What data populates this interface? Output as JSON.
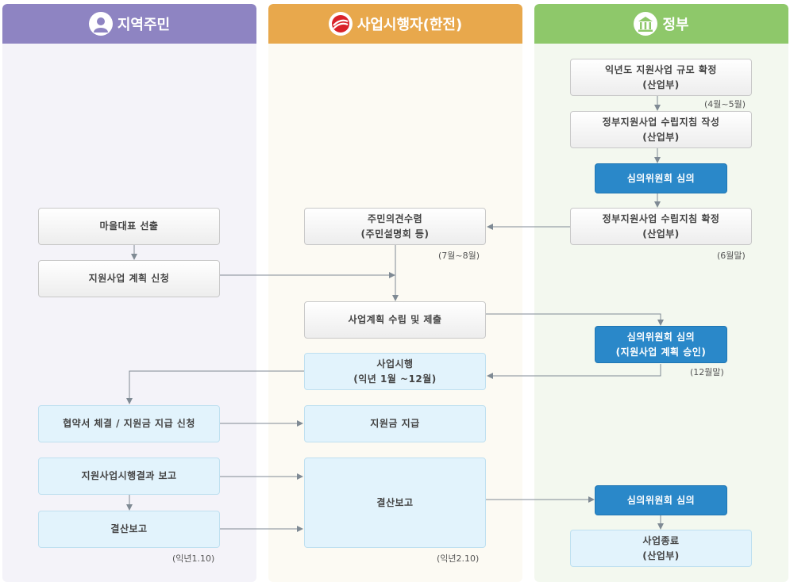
{
  "lanes": {
    "residents": {
      "title": "지역주민",
      "icon": "person-icon",
      "color": "#8e84c2"
    },
    "operator": {
      "title": "사업시행자(한전)",
      "icon": "kepco-logo-icon",
      "color": "#e8a84c"
    },
    "government": {
      "title": "정부",
      "icon": "government-building-icon",
      "color": "#8ec86a"
    }
  },
  "residents": {
    "b1": "마을대표 선출",
    "b2": "지원사업 계획 신청",
    "b3": "협약서 체결 / 지원금 지급 신청",
    "b4": "지원사업시행결과 보고",
    "b5": "결산보고",
    "note5": "(익년1.10)"
  },
  "operator": {
    "b1_l1": "주민의견수렴",
    "b1_l2": "(주민설명회 등)",
    "note1": "(7월~8월)",
    "b2": "사업계획 수립 및 제출",
    "b3_l1": "사업시행",
    "b3_l2": "(익년 1월 ~12월)",
    "b4": "지원금 지급",
    "b5": "결산보고",
    "note5": "(익년2.10)"
  },
  "government": {
    "b1_l1": "익년도 지원사업 규모 확정",
    "b1_l2": "(산업부)",
    "note1": "(4월~5월)",
    "b2_l1": "정부지원사업 수립지침 작성",
    "b2_l2": "(산업부)",
    "b3": "심의위원회 심의",
    "b4_l1": "정부지원사업 수립지침 확정",
    "b4_l2": "(산업부)",
    "note4": "(6월말)",
    "b5_l1": "심의위원회 심의",
    "b5_l2": "(지원사업 계획 승인)",
    "note5": "(12월말)",
    "b6": "심의위원회 심의",
    "b7_l1": "사업종료",
    "b7_l2": "(산업부)"
  },
  "colors": {
    "gray_box": "#f4f4f4",
    "light_box": "#e2f3fc",
    "blue_box": "#2a88c9",
    "connector": "#7f8a94"
  }
}
